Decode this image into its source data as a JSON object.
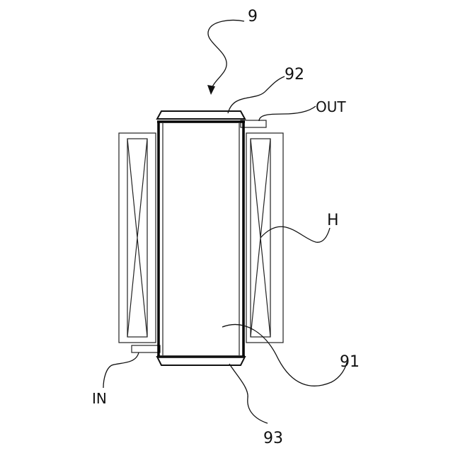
{
  "diagram": {
    "labels": {
      "device": "9",
      "top_cap": "92",
      "outlet": "OUT",
      "heater": "H",
      "body": "91",
      "inlet": "IN",
      "bottom_cap": "93"
    }
  }
}
